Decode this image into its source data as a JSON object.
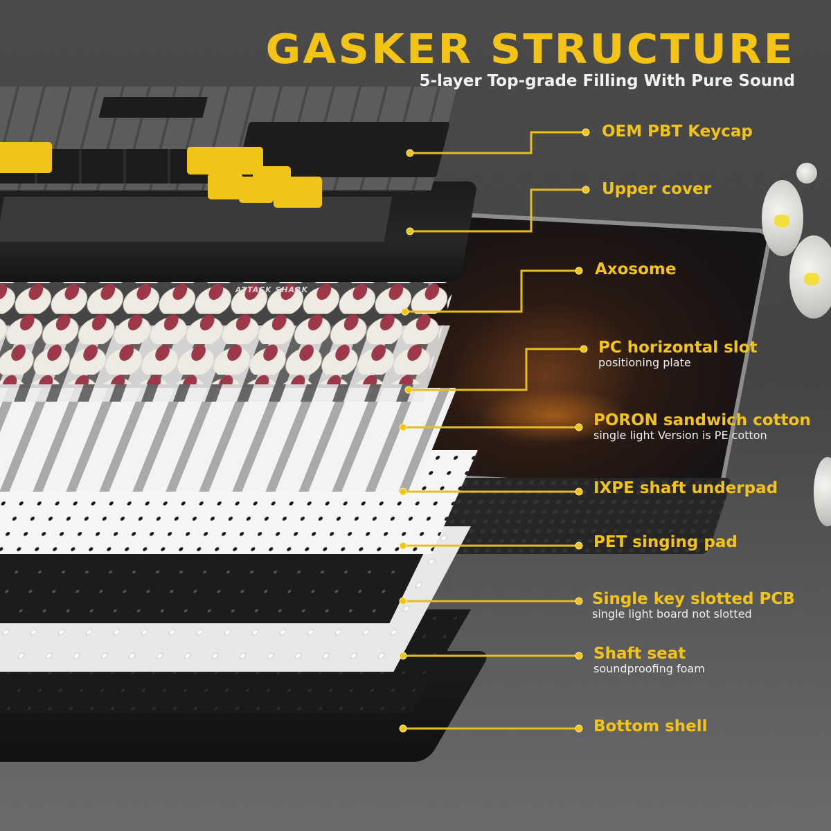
{
  "header": {
    "title": "GASKER STRUCTURE",
    "subtitle": "5-layer Top-grade Filling With Pure Sound"
  },
  "brand_mark": "ATTACK SHARK",
  "colors": {
    "accent_yellow": "#f3c416",
    "leader_line": "#e6bf1e",
    "background": "#474748",
    "sub_text": "#f0f0f0"
  },
  "layers": [
    {
      "name": "OEM PBT Keycap",
      "sub": ""
    },
    {
      "name": "Upper cover",
      "sub": ""
    },
    {
      "name": "Axosome",
      "sub": ""
    },
    {
      "name": "PC horizontal slot",
      "sub": "positioning plate"
    },
    {
      "name": "PORON sandwich cotton",
      "sub": "single light Version is PE cotton"
    },
    {
      "name": "IXPE shaft underpad",
      "sub": ""
    },
    {
      "name": "PET singing pad",
      "sub": ""
    },
    {
      "name": "Single key slotted PCB",
      "sub": "single light board not slotted"
    },
    {
      "name": "Shaft seat",
      "sub": "soundproofing foam"
    },
    {
      "name": "Bottom shell",
      "sub": ""
    }
  ]
}
